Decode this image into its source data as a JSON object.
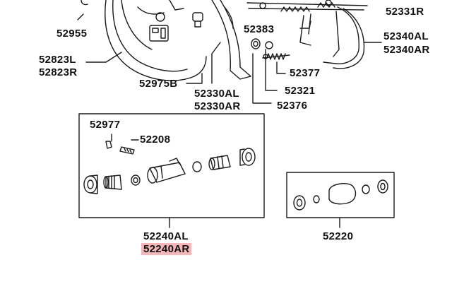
{
  "labels": {
    "p52955": "52955",
    "p52823L": "52823L",
    "p52823R": "52823R",
    "p52331R": "52331R",
    "p52383": "52383",
    "p52340AL": "52340AL",
    "p52340AR": "52340AR",
    "p52975B": "52975B",
    "p52330AL": "52330AL",
    "p52330AR": "52330AR",
    "p52377": "52377",
    "p52321": "52321",
    "p52376": "52376",
    "p52977": "52977",
    "p52208": "52208",
    "p52240AL": "52240AL",
    "p52240AR": "52240AR",
    "p52220": "52220"
  },
  "colors": {
    "line": "#1a1a1a",
    "highlight": "#f4b6b8"
  }
}
